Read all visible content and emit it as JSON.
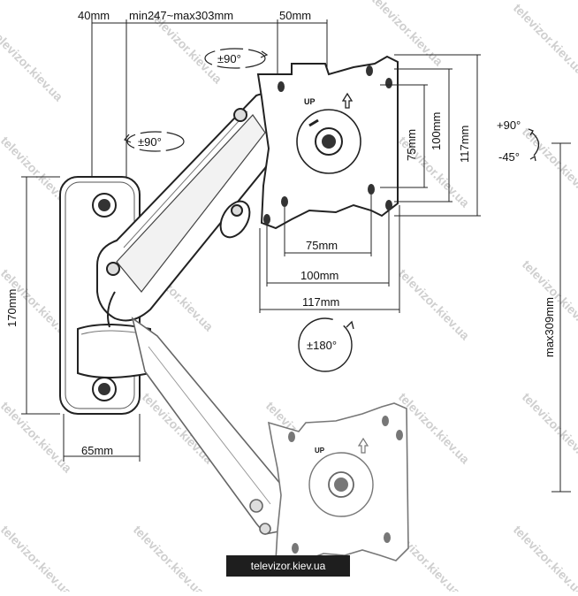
{
  "labels": {
    "top_40": "40mm",
    "top_range": "min247~max303mm",
    "top_50": "50mm",
    "rot_top": "±90°",
    "rot_arm": "±90°",
    "rot_bottom": "±180°",
    "up_top": "UP",
    "up_bottom": "UP",
    "h75": "75mm",
    "h100": "100mm",
    "h117": "117mm",
    "w75": "75mm",
    "w100": "100mm",
    "w117": "117mm",
    "tilt_up": "+90°",
    "tilt_down": "-45°",
    "max_height": "max309mm",
    "plate_height": "170mm",
    "plate_width": "65mm"
  },
  "watermark": "televizor.kiev.ua",
  "footer": "televizor.kiev.ua",
  "colors": {
    "line": "#222222",
    "watermark": "#cfcfcf",
    "footer_bg": "#1e1e1e"
  }
}
